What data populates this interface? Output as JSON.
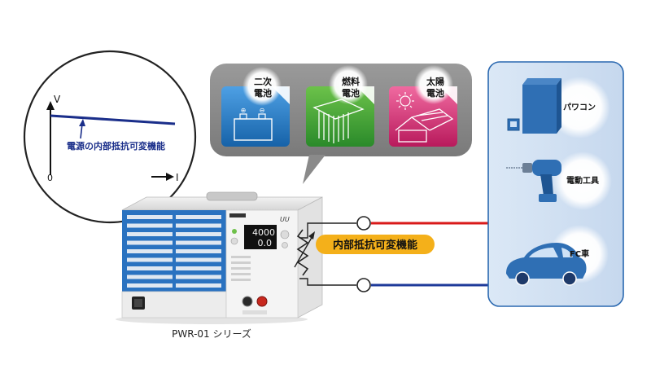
{
  "graph": {
    "y_axis_label": "V",
    "x_axis_label": "I",
    "origin_label": "0",
    "caption": "電源の内部抵抗可変機能"
  },
  "batteries": [
    {
      "label_line1": "二次",
      "label_line2": "電池",
      "color": "#1f7fc4"
    },
    {
      "label_line1": "燃料",
      "label_line2": "電池",
      "color": "#3aa535"
    },
    {
      "label_line1": "太陽",
      "label_line2": "電池",
      "color": "#d2266f"
    }
  ],
  "device": {
    "display_top": "4000",
    "display_bottom": "0.0",
    "series_label": "PWR-01 シリーズ"
  },
  "feature_label": "内部抵抗可変機能",
  "loads": [
    {
      "label": "パワコン"
    },
    {
      "label": "電動工具"
    },
    {
      "label": "FC車"
    }
  ],
  "colors": {
    "positive_wire": "#d91a1a",
    "negative_wire": "#1e3a9a",
    "accent": "#f4b01a",
    "panel_border": "#2a68b0",
    "chassis_blue": "#2a72c0"
  }
}
